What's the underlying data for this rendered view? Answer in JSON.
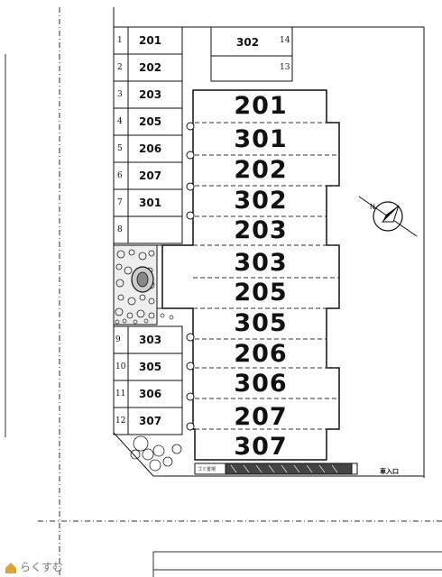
{
  "building_units": [
    "201",
    "301",
    "202",
    "302",
    "203",
    "303",
    "205",
    "305",
    "206",
    "306",
    "207",
    "307"
  ],
  "parking_top_left": [
    {
      "num": "1",
      "room": "201"
    },
    {
      "num": "2",
      "room": "202"
    },
    {
      "num": "3",
      "room": "203"
    },
    {
      "num": "4",
      "room": "205"
    },
    {
      "num": "5",
      "room": "206"
    },
    {
      "num": "6",
      "room": "207"
    },
    {
      "num": "7",
      "room": "301"
    },
    {
      "num": "8",
      "room": ""
    }
  ],
  "parking_top_right": [
    {
      "num": "14",
      "room": "302"
    },
    {
      "num": "13",
      "room": ""
    }
  ],
  "parking_bottom_left": [
    {
      "num": "9",
      "room": "303"
    },
    {
      "num": "10",
      "room": "305"
    },
    {
      "num": "11",
      "room": "306"
    },
    {
      "num": "12",
      "room": "307"
    }
  ],
  "labels": {
    "entrance": "車入口",
    "watermark": "らくすむ",
    "small_label": "ゴミ置場"
  },
  "colors": {
    "line": "#111111",
    "dashed": "#333333",
    "watermark_icon": "#d9a43a"
  },
  "icons": {
    "compass": "north-arrow-icon",
    "planter": "planter-icon"
  }
}
